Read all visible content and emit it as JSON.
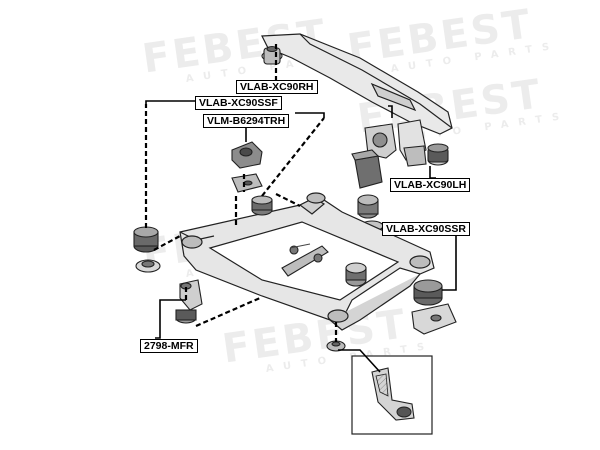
{
  "watermark": {
    "brand": "FEBEST",
    "tagline": "AUTO PARTS"
  },
  "labels": {
    "vlab_xc90rh": "VLAB-XC90RH",
    "vlab_xc90ssf": "VLAB-XC90SSF",
    "vlm_b6294trh": "VLM-B6294TRH",
    "vlab_xc90lh": "VLAB-XC90LH",
    "vlab_xc90ssr": "VLAB-XC90SSR",
    "mfr_2798": "2798-MFR"
  }
}
